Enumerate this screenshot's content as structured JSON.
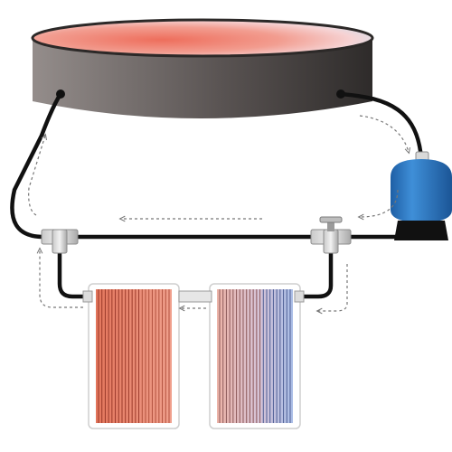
{
  "diagram": {
    "type": "pool-solar-heating-circuit",
    "components": [
      {
        "id": "pool",
        "icon": "above-ground-pool"
      },
      {
        "id": "filter-pump",
        "icon": "pool-filter-tank"
      },
      {
        "id": "diverter-valve",
        "icon": "three-way-valve"
      },
      {
        "id": "tee-junction",
        "icon": "tee-fitting"
      },
      {
        "id": "collector-hot",
        "icon": "solar-panel-collector"
      },
      {
        "id": "collector-cool",
        "icon": "solar-panel-collector"
      }
    ],
    "flow_arrows": [
      "pool-to-pump",
      "pump-to-valve",
      "valve-bypass-to-tee",
      "valve-to-collectors",
      "collector-to-collector",
      "collectors-to-tee",
      "tee-to-pool"
    ]
  },
  "colors": {
    "pipe": "#111111",
    "pool_wall_light": "#8a8483",
    "pool_wall_dark": "#3c3837",
    "water_hot": "#e86d5c",
    "water_cool": "#cfe2f1",
    "pump_body": "#2f7cc8",
    "collector_hot": "#e7876f",
    "collector_cool": "#b9c7e6",
    "flow_arrow": "#777777"
  }
}
